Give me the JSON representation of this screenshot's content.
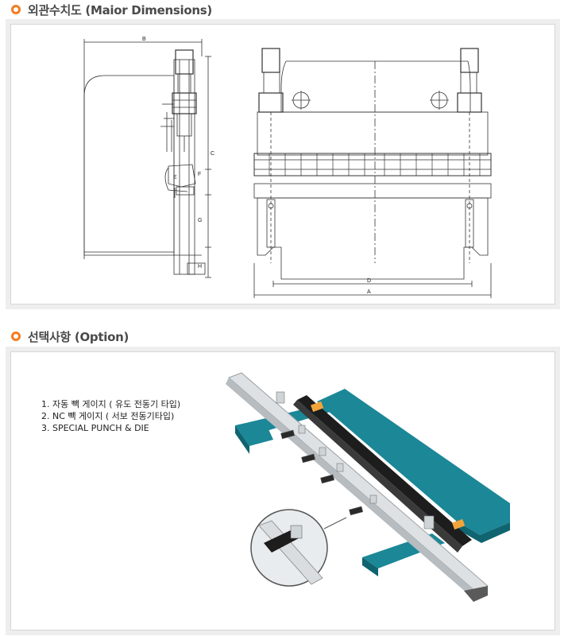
{
  "sections": {
    "dimensions": {
      "title": "외관수치도 (Maior Dimensions)",
      "labels": {
        "A": "A",
        "B": "B",
        "C": "C",
        "D": "D",
        "E": "E",
        "F": "F",
        "G": "G",
        "H": "H"
      }
    },
    "option": {
      "title": "선택사항 (Option)",
      "items": [
        "1. 자동 빽 게이지 ( 유도 전동기 타입)",
        "2. NC 빽 게이지 ( 서보 전동기타입)",
        "3. SPECIAL PUNCH & DIE"
      ]
    }
  },
  "colors": {
    "accent": "#f47b20",
    "teal": "#16808f",
    "rail": "#d5d9dc",
    "panel": "#eeeeee"
  }
}
